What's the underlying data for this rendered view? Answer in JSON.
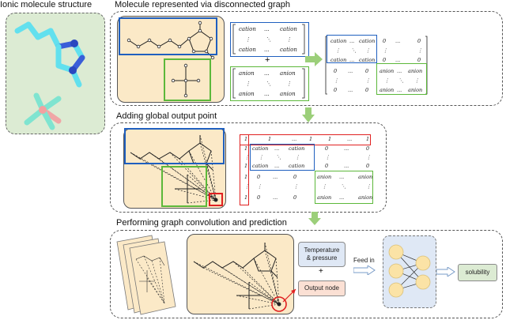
{
  "titles": {
    "ionic_structure": "Ionic molecule structure",
    "disconnected_graph": "Molecule represented via disconnected graph",
    "global_point": "Adding global output point",
    "graph_conv": "Performing graph convolution and prediction"
  },
  "matrix_tokens": {
    "cation": "cation",
    "anion": "anion",
    "zero": "0",
    "one": "1",
    "dots": "...",
    "vdots": "⋮",
    "ddots": "⋱",
    "plus": "+"
  },
  "prediction": {
    "temp_pressure_line1": "Temperature",
    "temp_pressure_line2": "& pressure",
    "plus": "+",
    "output_node": "Output node",
    "feed_in": "Feed in",
    "solubility": "solubility"
  },
  "colors": {
    "blue": "#1f5fbf",
    "green": "#5cb83a",
    "red": "#e02020",
    "cream": "#fbe9c7",
    "soft_green": "#dcebd3",
    "arrow_green": "#9ccf7a",
    "nn_bg": "#dfe8f5",
    "neuron": "#fbe3a6"
  }
}
